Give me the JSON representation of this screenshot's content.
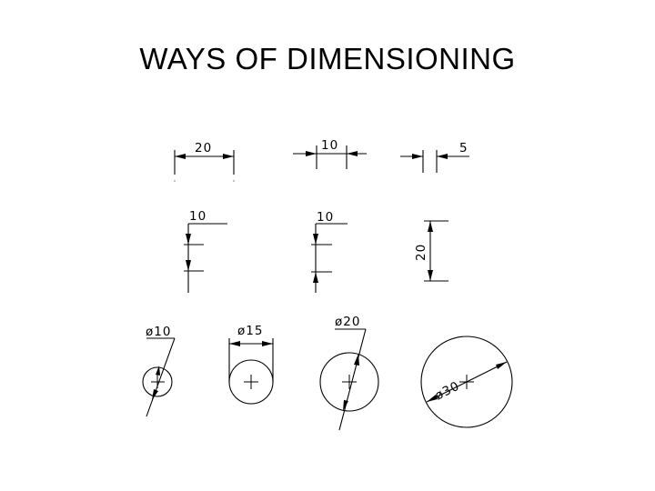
{
  "title": "WAYS OF DIMENSIONING",
  "linear_dimensions": {
    "horizontal_wide": "20",
    "horizontal_medium": "10",
    "horizontal_narrow": "5",
    "vertical_left": "10",
    "vertical_middle": "10",
    "vertical_rotated": "20"
  },
  "diameter_dimensions": {
    "small_circle": "ø10",
    "medium_circle": "ø15",
    "large_circle": "ø20",
    "largest_circle": "ø30"
  },
  "colors": {
    "ink": "#000000",
    "background": "#ffffff"
  }
}
